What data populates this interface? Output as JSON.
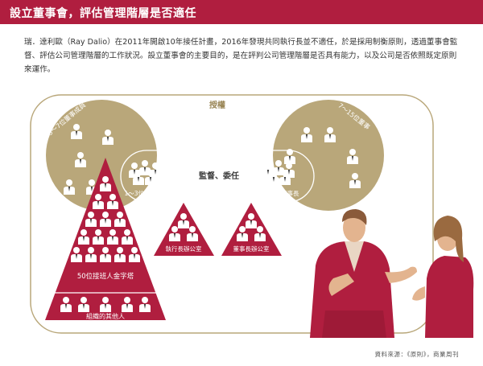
{
  "title": "設立董事會，評估管理階層是否適任",
  "intro": "瑞．達利歐（Ray Dalio）在2011年開啟10年接任計畫，2016年發現共同執行長並不適任，於是採用制衡原則，透過董事會監督、評估公司管理階層的工作狀況。設立董事會的主要目的，是在評判公司管理階層是否具有能力，以及公司是否依照既定原則來運作。",
  "labels": {
    "authorize": "授權",
    "supervise": "監督、委任",
    "board_members": "5～7位董事成員",
    "board_members_right": "7～15位董事",
    "ceo_count": "1～3位執行長",
    "chair_count": "1～3位董事長",
    "ceo_office": "執行長辦公室",
    "chair_office": "董事長辦公室",
    "successors": "50位接班人金字塔",
    "others": "組織的其他人"
  },
  "source": "資料來源：《原則》，商業周刊",
  "colors": {
    "crimson": "#b01e3f",
    "gold": "#b9a77a",
    "gold_light": "#d8cfb2",
    "text": "#333333"
  }
}
